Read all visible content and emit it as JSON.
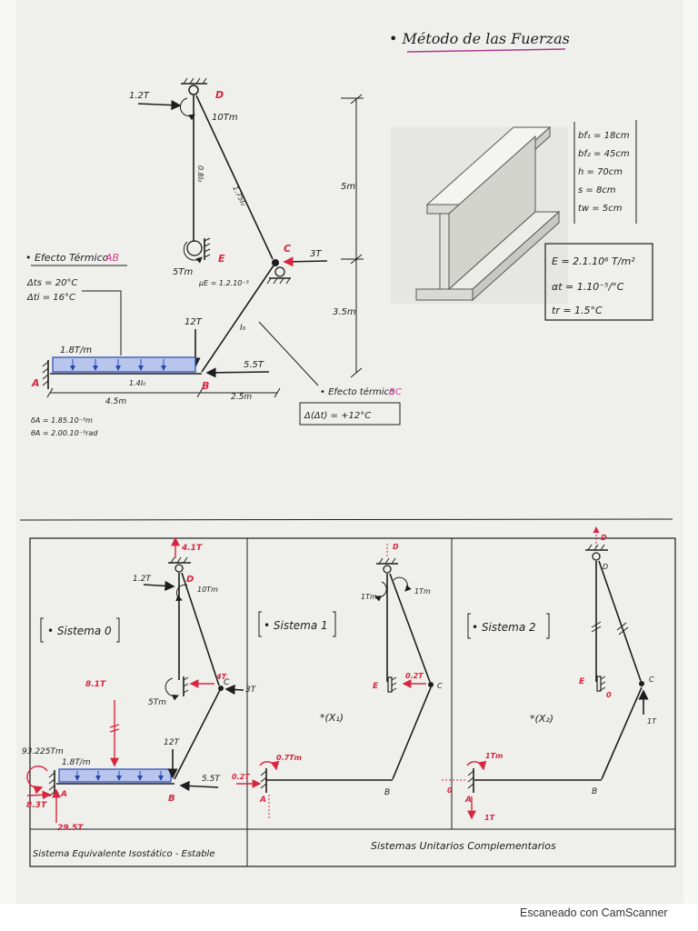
{
  "header": {
    "title": "• Método de las Fuerzas"
  },
  "structure": {
    "node_A": "A",
    "node_B": "B",
    "node_C": "C",
    "node_D": "D",
    "node_E": "E",
    "force_D": "1.2T",
    "moment_D": "10Tm",
    "inertia_DE": "0.8I₀",
    "inertia_DC": "1.75I₀",
    "moment_E": "5Tm",
    "rotation_E": "μE = 1.2.10⁻³",
    "force_C": "3T",
    "inertia_CB": "I₀",
    "force_B_vertical": "12T",
    "force_B_horizontal": "5.5T",
    "distributed_load": "1.8T/m",
    "inertia_AB": "1.4I₀",
    "dim_upper_height": "5m",
    "dim_lower_height": "3.5m",
    "dim_AB_length": "4.5m",
    "dim_BC_length": "2.5m",
    "settlement_A": "δA = 1.85.10⁻³m",
    "rotation_A": "θA = 2.00.10⁻³rad"
  },
  "thermal_AB": {
    "label": "• Efecto Térmico",
    "member": "AB",
    "top": "Δts = 20°C",
    "bottom": "Δti = 16°C"
  },
  "thermal_BC": {
    "label": "• Efecto térmico",
    "member": "BC",
    "value": "Δ(Δt) = +12°C"
  },
  "section": {
    "properties": [
      "bf₁ = 18cm",
      "bf₂ = 45cm",
      "h = 70cm",
      "s = 8cm",
      "tw = 5cm"
    ]
  },
  "material": {
    "properties": [
      "E = 2.1.10⁶ T/m²",
      "αt = 1.10⁻⁵/°C",
      "tr = 1.5°C"
    ]
  },
  "sistema_0": {
    "title": "• Sistema 0",
    "reaction_D": "4.1T",
    "force_D": "1.2T",
    "node_D": "D",
    "moment_D": "10Tm",
    "force_E": "4T",
    "node_C": "C",
    "force_C": "3T",
    "moment_E": "5Tm",
    "resultant_load": "8.1T",
    "force_B_vertical": "12T",
    "distributed_load": "1.8T/m",
    "moment_A": "93.225Tm",
    "force_B_horizontal": "5.5T",
    "reaction_A_horizontal": "8.3T",
    "node_A": "A",
    "node_B": "B",
    "reaction_A_vertical": "29.5T"
  },
  "sistema_1": {
    "title": "• Sistema 1",
    "unknown": "*(X₁)",
    "node_D": "D",
    "moment_D_left": "1Tm",
    "moment_D_right": "1Tm",
    "node_E": "E",
    "force_C": "0.2T",
    "node_C": "C",
    "moment_A": "0.7Tm",
    "force_A": "0.2T",
    "node_A": "A",
    "node_B": "B"
  },
  "sistema_2": {
    "title": "• Sistema 2",
    "unknown": "*(X₂)",
    "node_D_top": "D",
    "node_D": "D",
    "node_E": "E",
    "zero_E": "0",
    "node_C": "C",
    "force_C": "1T",
    "moment_A": "1Tm",
    "zero_A": "0",
    "node_A": "A",
    "node_B": "B",
    "force_A": "1T"
  },
  "footer_row": {
    "isostatic": "Sistema Equivalente Isostático - Estable",
    "unitary": "Sistemas Unitarios Complementarios"
  },
  "scanner": {
    "watermark": "Escaneado con CamScanner"
  }
}
